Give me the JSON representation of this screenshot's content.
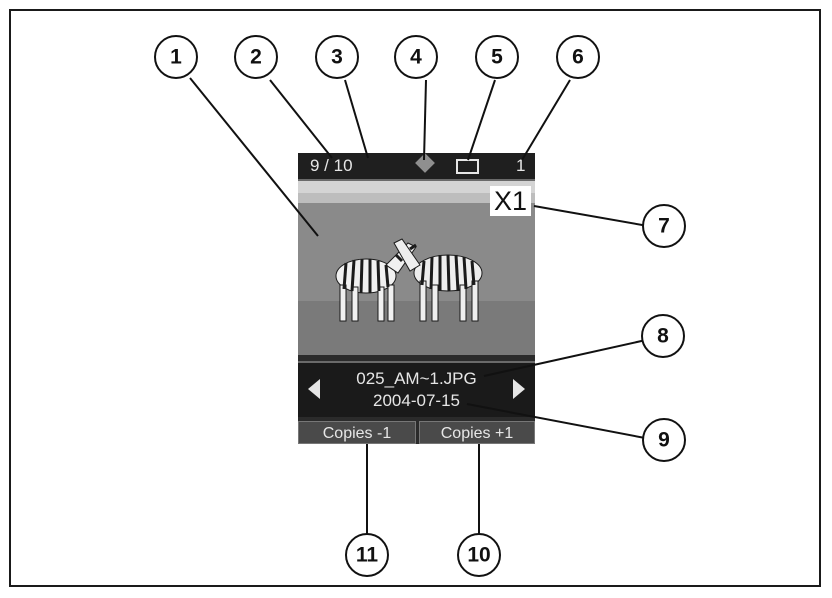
{
  "screen": {
    "counter": "9 / 10",
    "copy_count": "1",
    "zoom": "X1",
    "filename": "025_AM~1.JPG",
    "date": "2004-07-15",
    "copies_minus": "Copies -1",
    "copies_plus": "Copies +1"
  },
  "callouts": [
    {
      "label": "1"
    },
    {
      "label": "2"
    },
    {
      "label": "3"
    },
    {
      "label": "4"
    },
    {
      "label": "5"
    },
    {
      "label": "6"
    },
    {
      "label": "7"
    },
    {
      "label": "8"
    },
    {
      "label": "9"
    },
    {
      "label": "10"
    },
    {
      "label": "11"
    }
  ],
  "icons": {
    "favorite": "diamond-icon",
    "print_layout": "frame-icon",
    "prev": "left-arrow-icon",
    "next": "right-arrow-icon"
  },
  "colors": {
    "lcd_background": "#2b2b2b",
    "lcd_text": "#e6e6e6",
    "button": "#4a4a4a"
  }
}
